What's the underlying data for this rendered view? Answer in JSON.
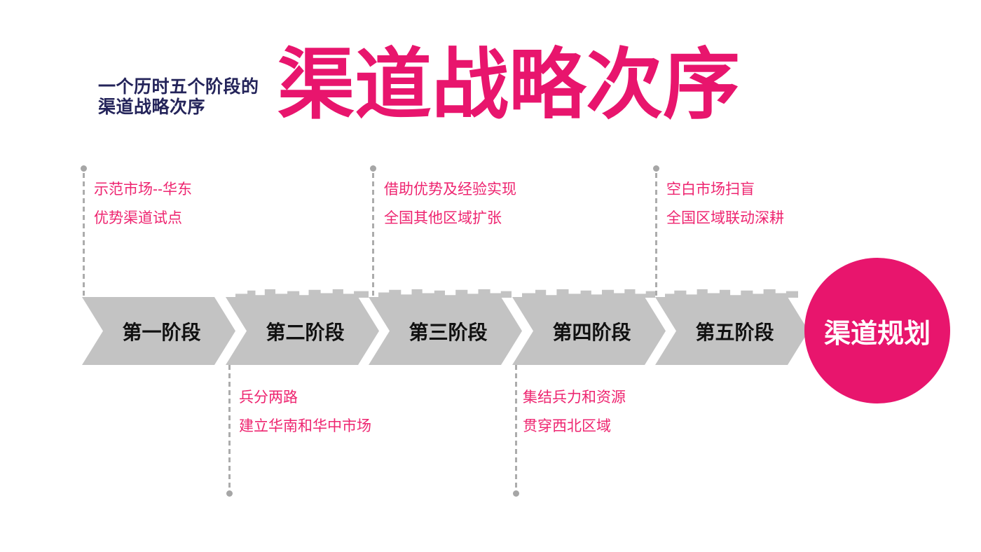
{
  "slide": {
    "subtitle": {
      "line1": "一个历时五个阶段的",
      "line2": "渠道战略次序"
    },
    "title": "渠道战略次序",
    "colors": {
      "accent_pink": "#e8156d",
      "annotation_pink": "#ee2570",
      "arrow_gray": "#c3c3c3",
      "subtitle_navy": "#24245a",
      "connector_gray": "#acacac",
      "stage_label_black": "#111111",
      "circle_text_white": "#ffffff",
      "background": "#ffffff"
    }
  },
  "stages": [
    {
      "label": "第一阶段",
      "annotation": {
        "position": "above",
        "lines": [
          "示范市场--华东",
          "优势渠道试点"
        ]
      }
    },
    {
      "label": "第二阶段",
      "annotation": {
        "position": "below",
        "lines": [
          "兵分两路",
          "建立华南和华中市场"
        ]
      }
    },
    {
      "label": "第三阶段",
      "annotation": {
        "position": "above",
        "lines": [
          "借助优势及经验实现",
          "全国其他区域扩张"
        ]
      }
    },
    {
      "label": "第四阶段",
      "annotation": {
        "position": "below",
        "lines": [
          "集结兵力和资源",
          "贯穿西北区域"
        ]
      }
    },
    {
      "label": "第五阶段",
      "annotation": {
        "position": "above",
        "lines": [
          "空白市场扫盲",
          "全国区域联动深耕"
        ]
      }
    }
  ],
  "result": {
    "label": "渠道规划"
  }
}
